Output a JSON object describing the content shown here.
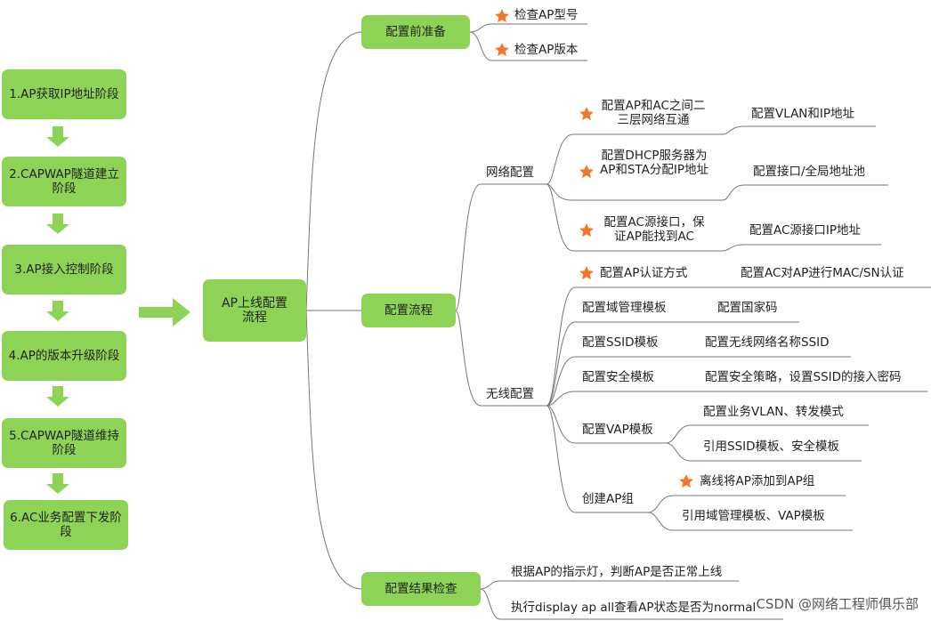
{
  "stages": [
    "1.AP获取IP地址阶段",
    "2.CAPWAP隧道建立阶段",
    "3.AP接入控制阶段",
    "4.AP的版本升级阶段",
    "5.CAPWAP隧道维持阶段",
    "6.AC业务配置下发阶段"
  ],
  "center": "AP上线配置流程",
  "branches": {
    "prep": {
      "label": "配置前准备",
      "items": [
        "检查AP型号",
        "检查AP版本"
      ]
    },
    "flow": {
      "label": "配置流程",
      "network": {
        "label": "网络配置",
        "items": [
          {
            "label": "配置AP和AC之间二三层网络互通",
            "detail": "配置VLAN和IP地址"
          },
          {
            "label": "配置DHCP服务器为AP和STA分配IP地址",
            "detail": "配置接口/全局地址池"
          },
          {
            "label": "配置AC源接口，保证AP能找到AC",
            "detail": "配置AC源接口IP地址"
          }
        ]
      },
      "wireless": {
        "label": "无线配置",
        "items": [
          {
            "label": "配置AP认证方式",
            "detail": "配置AC对AP进行MAC/SN认证"
          },
          {
            "label": "配置域管理模板",
            "detail": "配置国家码"
          },
          {
            "label": "配置SSID模板",
            "detail": "配置无线网络名称SSID"
          },
          {
            "label": "配置安全模板",
            "detail": "配置安全策略，设置SSID的接入密码"
          },
          {
            "label": "配置VAP模板",
            "details": [
              "配置业务VLAN、转发模式",
              "引用SSID模板、安全模板"
            ]
          },
          {
            "label": "创建AP组",
            "details": [
              "离线将AP添加到AP组",
              "引用域管理模板、VAP模板"
            ]
          }
        ]
      }
    },
    "check": {
      "label": "配置结果检查",
      "items": [
        "根据AP的指示灯，判断AP是否正常上线",
        "执行display ap all查看AP状态是否为normal"
      ]
    }
  },
  "watermark": "CSDN @网络工程师俱乐部",
  "colors": {
    "box": "#8dd456",
    "arrow": "#8dd456",
    "star": "#f07828",
    "line": "#777777"
  }
}
